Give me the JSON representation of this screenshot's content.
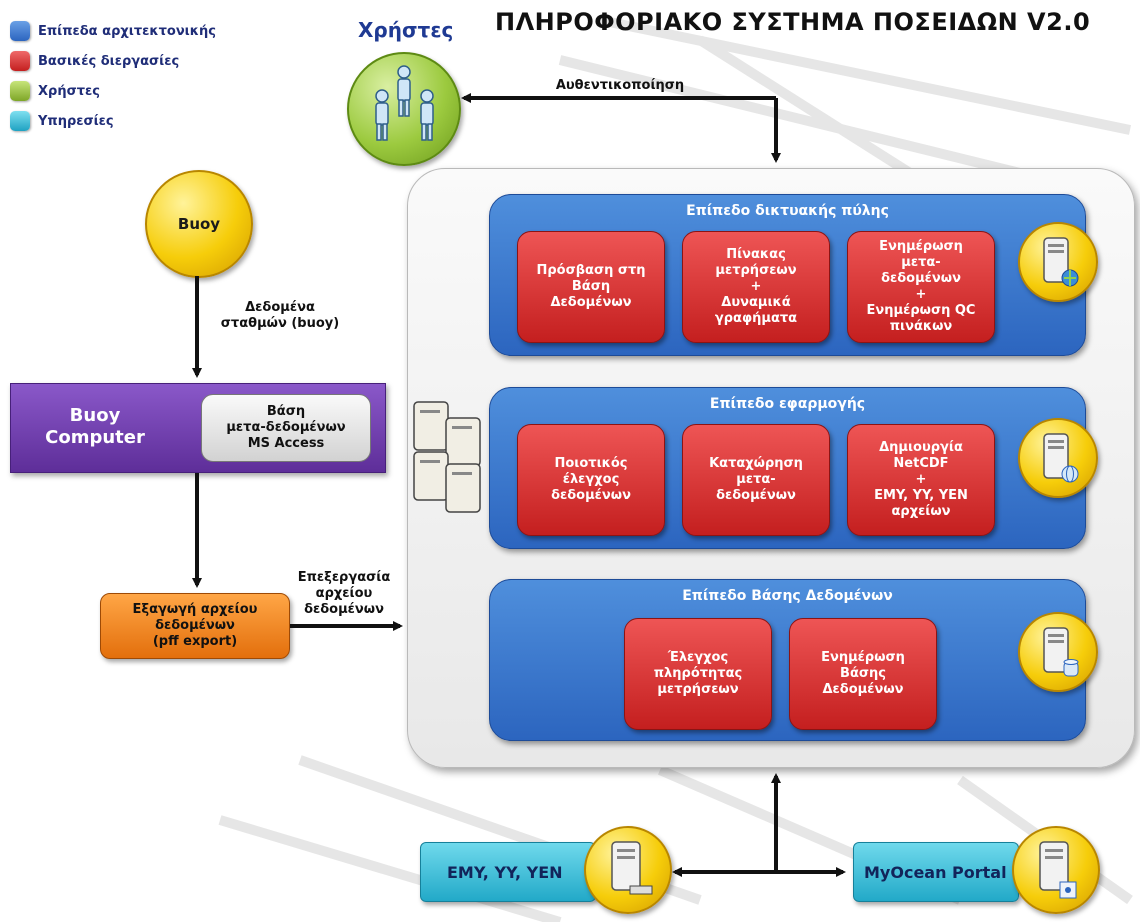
{
  "title": "ΠΛΗΡΟΦΟΡΙΑΚΟ ΣΥΣΤΗΜΑ ΠΟΣΕΙΔΩΝ V2.0",
  "legend": [
    {
      "label": "Επίπεδα αρχιτεκτονικής",
      "color": "#3f7fd4"
    },
    {
      "label": "Βασικές διεργασίες",
      "color": "#d93636"
    },
    {
      "label": "Χρήστες",
      "color": "#9cca3f"
    },
    {
      "label": "Υπηρεσίες",
      "color": "#2fb6d4"
    }
  ],
  "users_label": "Χρήστες",
  "auth_label": "Αυθεντικοποίηση",
  "buoy": {
    "label": "Buoy",
    "data_arrow_label": [
      "Δεδομένα",
      "σταθμών (buoy)"
    ]
  },
  "buoy_computer": {
    "label": [
      "Buoy",
      "Computer"
    ],
    "db_label": [
      "Βάση",
      "μετα-δεδομένων",
      "MS Access"
    ]
  },
  "export_box": [
    "Εξαγωγή αρχείου",
    "δεδομένων",
    "(pff export)"
  ],
  "processing_label": [
    "Επεξεργασία",
    "αρχείου",
    "δεδομένων"
  ],
  "layers": [
    {
      "title": "Επίπεδο δικτυακής πύλης",
      "boxes": [
        [
          "Πρόσβαση στη",
          "Βάση",
          "Δεδομένων"
        ],
        [
          "Πίνακας",
          "μετρήσεων",
          "+",
          "Δυναμικά",
          "γραφήματα"
        ],
        [
          "Ενημέρωση",
          "μετα-",
          "δεδομένων",
          "+",
          "Ενημέρωση QC",
          "πινάκων"
        ]
      ],
      "icon": "server-globe-icon"
    },
    {
      "title": "Επίπεδο εφαρμογής",
      "boxes": [
        [
          "Ποιοτικός",
          "έλεγχος",
          "δεδομένων"
        ],
        [
          "Καταχώρηση",
          "μετα-",
          "δεδομένων"
        ],
        [
          "Δημιουργία",
          "NetCDF",
          "+",
          "EMY, YY, YEN",
          "αρχείων"
        ]
      ],
      "icon": "server-web-icon"
    },
    {
      "title": "Επίπεδο Βάσης Δεδομένων",
      "boxes": [
        [
          "Έλεγχος",
          "πληρότητας",
          "μετρήσεων"
        ],
        [
          "Ενημέρωση",
          "Βάσης",
          "Δεδομένων"
        ]
      ],
      "icon": "server-database-icon"
    }
  ],
  "services": [
    {
      "label": "EMY, YY, YEN",
      "icon": "server-keyboard-icon"
    },
    {
      "label": "MyOcean Portal",
      "icon": "server-disk-icon"
    }
  ]
}
